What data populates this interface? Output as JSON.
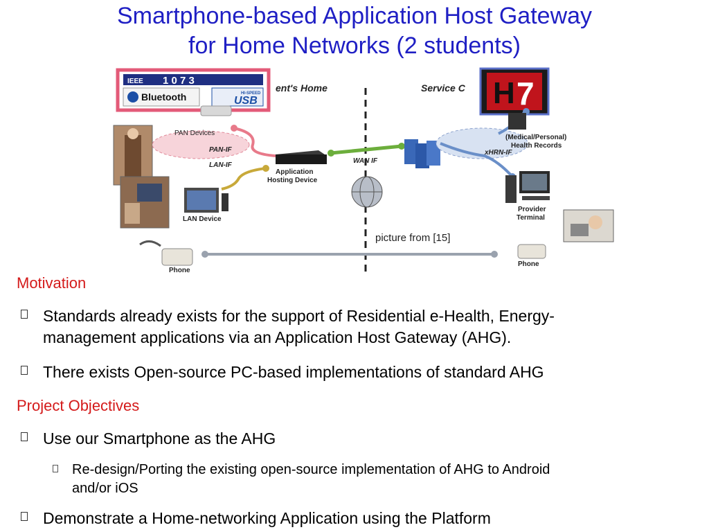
{
  "slide": {
    "title_line1": "Smartphone-based Application Host Gateway",
    "title_line2": "for Home Networks (2 students)"
  },
  "diagram": {
    "logo_ieee": "IEEE",
    "logo_1073": "1 0 7 3",
    "logo_bluetooth": "Bluetooth",
    "logo_hispeed": "HI-SPEED",
    "logo_usb": "USB",
    "logo_hl7_h": "H",
    "logo_hl7_7": "7",
    "region_home": "ent's Home",
    "region_service": "Service C",
    "pan_devices": "PAN Devices",
    "pan_if": "PAN-IF",
    "lan_if": "LAN-IF",
    "ahd_line1": "Application",
    "ahd_line2": "Hosting Device",
    "wan_if": "WAN IF",
    "records_line1": "(Medical/Personal)",
    "records_line2": "Health Records",
    "xhrn_if": "xHRN-IF",
    "provider_line1": "Provider",
    "provider_line2": "Terminal",
    "lan_device": "LAN Device",
    "phone_left": "Phone",
    "phone_right": "Phone",
    "caption": "picture  from [15]"
  },
  "content": {
    "motivation_heading": "Motivation",
    "bullet1_line1": "Standards already exists for the support of Residential e-Health, Energy-",
    "bullet1_line2": "management applications via an Application Host Gateway (AHG).",
    "bullet2": "There exists Open-source PC-based implementations of standard AHG",
    "objectives_heading": "Project Objectives",
    "bullet3": "Use our Smartphone as the AHG",
    "sub1_line1": "Re-design/Porting the existing open-source implementation of AHG to Android",
    "sub1_line2": "and/or iOS",
    "bullet4": "Demonstrate a Home-networking Application using the Platform"
  },
  "colors": {
    "title": "#1f1fc4",
    "heading": "#d41a1a",
    "pan_link": "#e87a8a",
    "lan_link": "#c8a93a",
    "wan_link": "#6cae3c",
    "hrn_link": "#6a8fc8",
    "hl7_red": "#c0141c"
  }
}
